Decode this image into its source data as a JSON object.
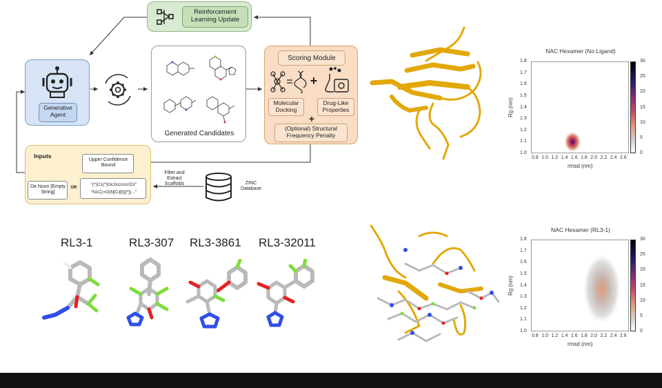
{
  "workflow": {
    "rl_update": "Reinforcement Learning Update",
    "agent_label": "Generative Agent",
    "candidates_label": "Generated Candidates",
    "scoring": {
      "title": "Scoring Module",
      "docking": "Molecular Docking",
      "druglike": "Drug-Like Properties",
      "penalty": "(Optional) Structural Frequency Penalty",
      "plus": "+"
    },
    "inputs": {
      "title": "Inputs",
      "ucb": "Upper Confidence Bound",
      "de_novo": "De Novo [Empty String]",
      "or": "OR",
      "smiles1": "\"(*)C1(*)Oc2ccccccO1\"",
      "smiles2": "\"N1C(=O)N[C@]([*])...\"",
      "filter": "Filter and Extract Scaffolds",
      "zinc": "ZINC Database"
    }
  },
  "molecules": [
    {
      "name": "RL3-1"
    },
    {
      "name": "RL3-307"
    },
    {
      "name": "RL3-3861"
    },
    {
      "name": "RL3-32011"
    }
  ],
  "colors": {
    "protein": "#f2b70f",
    "carbon": "#b9b9b9",
    "nitrogen": "#2f4fe6",
    "oxygen": "#e32222",
    "fluorine": "#7fdc3c",
    "rl_box": "#d9ead3",
    "agent_box": "#d6e4f5",
    "scoring_box": "#f9ddc4",
    "inputs_box": "#fdf0cf"
  },
  "heatmaps": [
    {
      "title": "NAC Hexamer (No Ligand)",
      "ylabel": "Rg (nm)",
      "xlabel": "rmsd (nm)",
      "xticks": [
        "0.8",
        "1.0",
        "1.2",
        "1.4",
        "1.6",
        "1.8",
        "2.0",
        "2.2",
        "2.4",
        "2.6"
      ],
      "yticks": [
        "1.8",
        "1.7",
        "1.6",
        "1.5",
        "1.4",
        "1.3",
        "1.2",
        "1.1",
        "1.0"
      ],
      "cbar": [
        "30",
        "25",
        "20",
        "15",
        "10",
        "5",
        "0"
      ],
      "peak": {
        "x": 1.55,
        "y": 1.1
      }
    },
    {
      "title": "NAC Hexamer (RL3-1)",
      "ylabel": "Rg (nm)",
      "xlabel": "rmsd (nm)",
      "xticks": [
        "0.8",
        "1.0",
        "1.2",
        "1.4",
        "1.6",
        "1.8",
        "2.0",
        "2.2",
        "2.4",
        "2.6"
      ],
      "yticks": [
        "1.8",
        "1.7",
        "1.6",
        "1.5",
        "1.4",
        "1.3",
        "1.2",
        "1.1",
        "1.0"
      ],
      "cbar": [
        "30",
        "25",
        "20",
        "15",
        "10",
        "5",
        "0"
      ],
      "peak": {
        "x": 2.15,
        "y": 1.37
      }
    }
  ]
}
